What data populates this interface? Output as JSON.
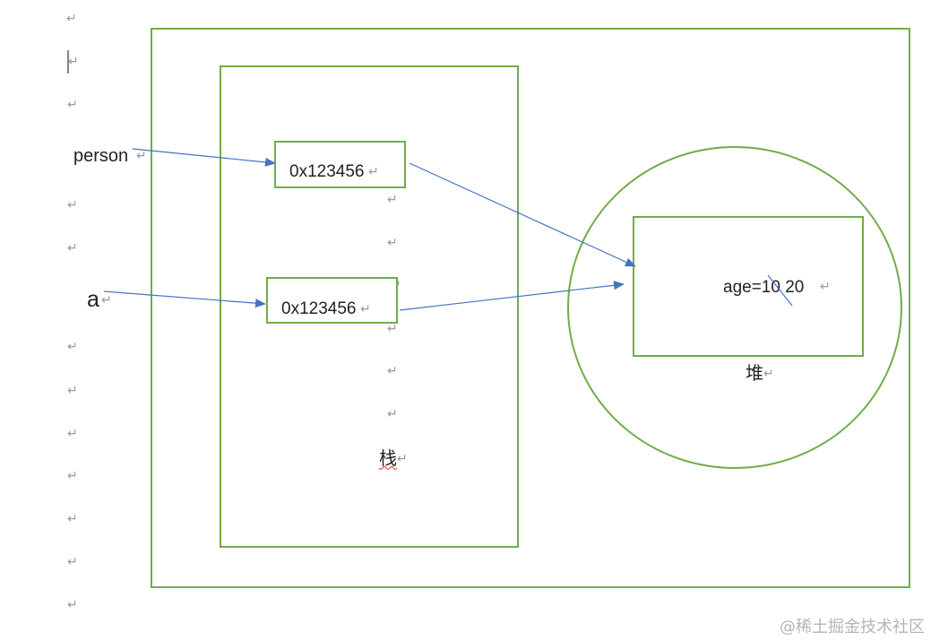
{
  "labels": {
    "person": "person",
    "a": "a",
    "stack_value_1": "0x123456",
    "stack_value_2": "0x123456",
    "heap_field": "age=10 20",
    "stack": "栈",
    "heap": "堆"
  },
  "pilcrow": "↵",
  "watermark": "@稀土掘金技术社区",
  "colors": {
    "box_border": "#70AD47",
    "arrow": "#4472C4",
    "text": "#222222",
    "pilcrow": "#9a9a9a",
    "squiggle": "#e03030"
  }
}
